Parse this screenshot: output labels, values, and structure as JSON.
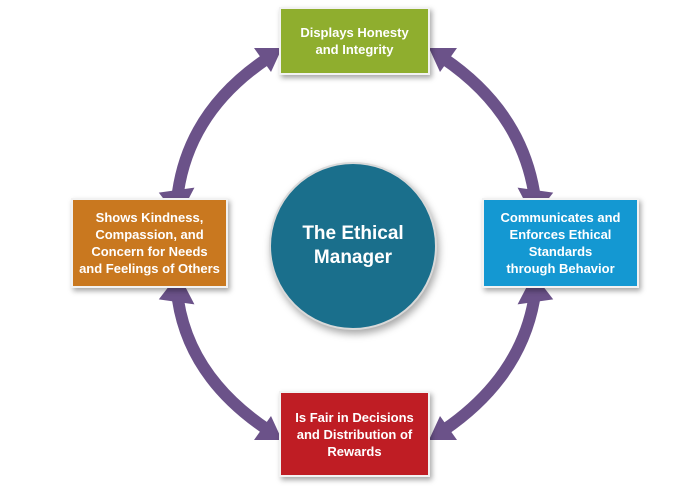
{
  "diagram": {
    "center": {
      "label": "The Ethical\nManager"
    },
    "boxes": {
      "top": {
        "label": "Displays Honesty\nand Integrity"
      },
      "right": {
        "label": "Communicates and\nEnforces Ethical\nStandards\nthrough Behavior"
      },
      "bottom": {
        "label": "Is Fair in Decisions\nand Distribution of\nRewards"
      },
      "left": {
        "label": "Shows Kindness,\nCompassion, and\nConcern for Needs\nand Feelings of Others"
      }
    },
    "colors": {
      "top": "#8fae2e",
      "right": "#1498d2",
      "bottom": "#bf1d24",
      "left": "#c9781f",
      "center": "#1a6f8c",
      "arrows": "#6b5289"
    }
  }
}
